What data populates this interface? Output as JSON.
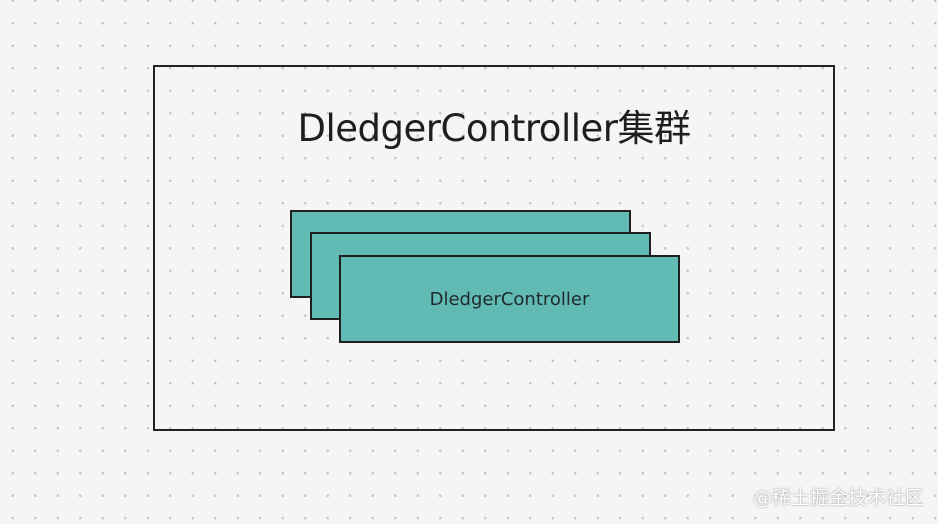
{
  "diagram": {
    "cluster": {
      "title": "DledgerController集群"
    },
    "node": {
      "label": "DledgerController"
    },
    "watermark": "@稀土掘金技术社区",
    "colors": {
      "background": "#f5f5f5",
      "grid_dot": "#c4c4c4",
      "node_fill": "#62bab5",
      "border": "#222222"
    }
  }
}
